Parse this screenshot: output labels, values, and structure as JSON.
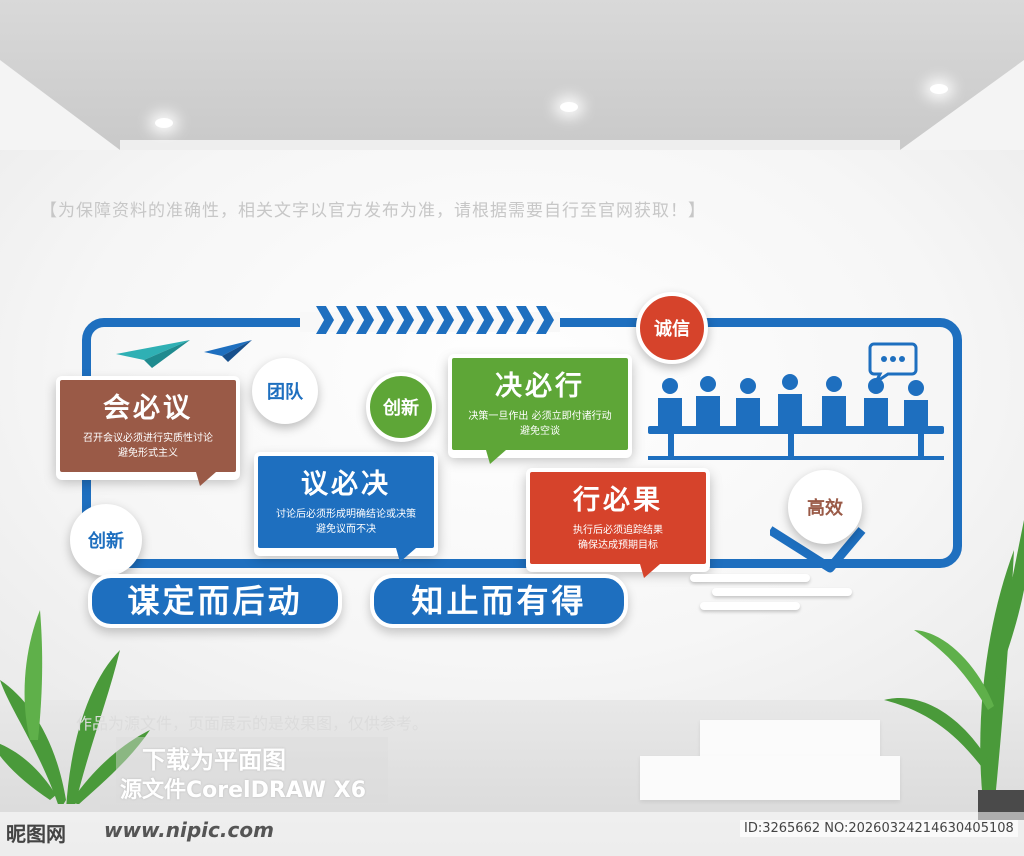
{
  "notice": "【为保障资料的准确性，相关文字以官方发布为准，请根据需要自行至官网获取！】",
  "circles": {
    "tuandui": "团队",
    "chuangxin_top": "创新",
    "chuangxin_left": "创新",
    "chengxin": "诚信",
    "gaoxiao": "高效"
  },
  "bubbles": {
    "huibiyi": {
      "title": "会必议",
      "line1": "召开会议必须进行实质性讨论",
      "line2": "避免形式主义"
    },
    "yibijue": {
      "title": "议必决",
      "line1": "讨论后必须形成明确结论或决策",
      "line2": "避免议而不决"
    },
    "juebixing": {
      "title": "决必行",
      "line1": "决策一旦作出 必须立即付诸行动",
      "line2": "避免空谈"
    },
    "xingbiguo": {
      "title": "行必果",
      "line1": "执行后必须追踪结果",
      "line2": "确保达成预期目标"
    }
  },
  "slogans": {
    "left": "谋定而后动",
    "right": "知止而有得"
  },
  "watermark": {
    "line1": "作品为源文件，页面展示的是效果图，仅供参考。",
    "line2": "下载为平面图",
    "line3": "源文件CorelDRAW X6"
  },
  "footer": {
    "brand": "昵图网",
    "site": "www.nipic.com",
    "id": "ID:3265662 NO:20260324214630405108"
  },
  "colors": {
    "blue": "#1e6fbf",
    "brown": "#9a5a47",
    "green": "#5ea637",
    "red": "#d6432b"
  }
}
